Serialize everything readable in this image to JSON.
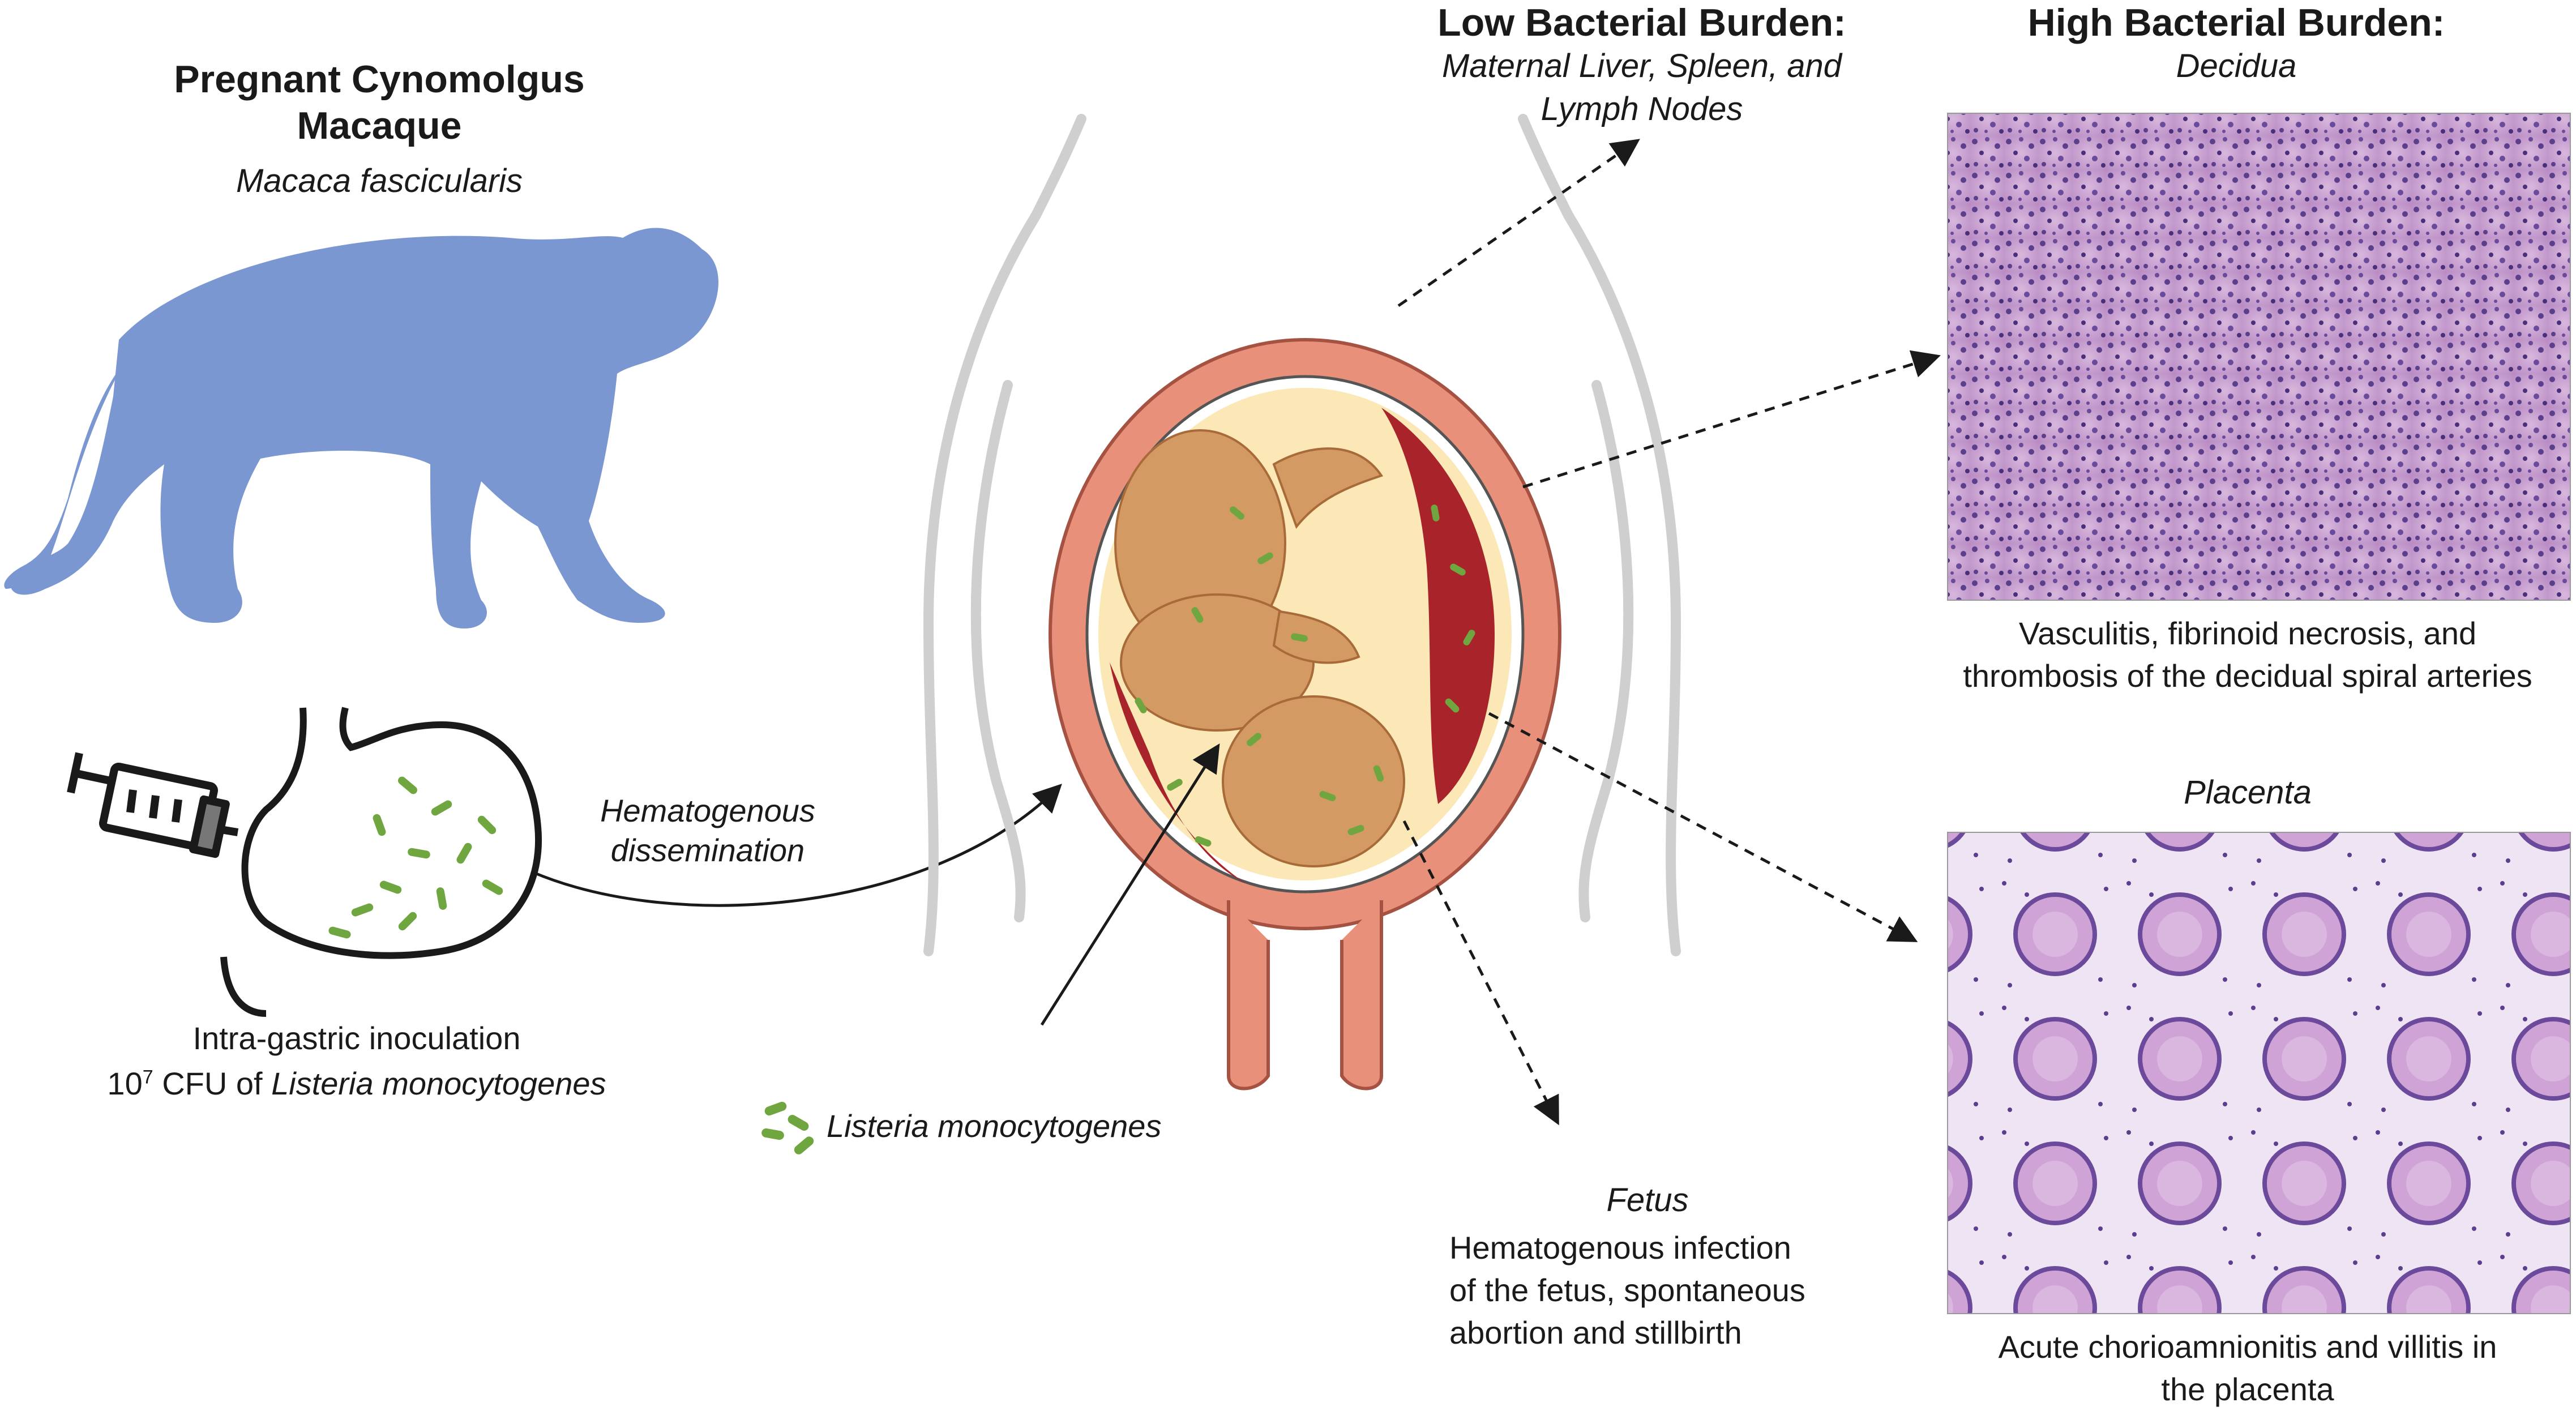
{
  "macaque": {
    "title": "Pregnant Cynomolgus Macaque",
    "species": "Macaca fascicularis",
    "silhouette_color": "#7b97d2"
  },
  "inoculation": {
    "line1": "Intra-gastric inoculation",
    "dose_base": "10",
    "dose_exp": "7",
    "dose_unit": " CFU of ",
    "organism": "Listeria monocytogenes"
  },
  "spread": {
    "line1": "Hematogenous",
    "line2": "dissemination"
  },
  "legend": {
    "label": "Listeria monocytogenes",
    "color": "#6fa640"
  },
  "low_burden": {
    "title": "Low Bacterial Burden:",
    "line1": "Maternal Liver, Spleen, and",
    "line2": "Lymph Nodes"
  },
  "high_burden": {
    "title": "High Bacterial Burden:",
    "decidua_label": "Decidua",
    "decidua_caption1": "Vasculitis, fibrinoid necrosis, and",
    "decidua_caption2": "thrombosis of the decidual spiral arteries",
    "placenta_label": "Placenta",
    "placenta_caption1": "Acute chorioamnionitis and villitis in",
    "placenta_caption2": "the placenta"
  },
  "fetus": {
    "label": "Fetus",
    "line1": "Hematogenous infection",
    "line2": "of the fetus, spontaneous",
    "line3": "abortion and stillbirth"
  },
  "colors": {
    "uterus": "#e8907a",
    "amnion": "#fbe8b6",
    "fetus": "#d49a64",
    "placenta": "#a8232a",
    "histology": "#c79fcf",
    "body_outline": "#cfcfcf"
  }
}
